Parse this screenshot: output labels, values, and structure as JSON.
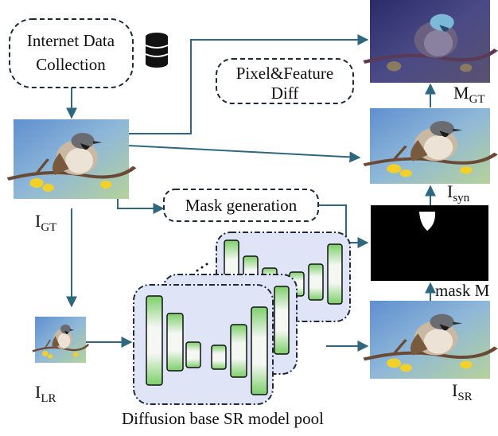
{
  "diagram": {
    "nodes": {
      "data_collection": {
        "line1": "Internet Data",
        "line2": "Collection"
      },
      "pixel_feature_diff": {
        "line1": "Pixel&Feature",
        "line2": "Diff"
      },
      "mask_generation": {
        "label": "Mask generation"
      },
      "model_pool": {
        "label": "Diffusion base SR model pool"
      }
    },
    "image_labels": {
      "gt": {
        "main": "I",
        "sub": "GT"
      },
      "lr": {
        "main": "I",
        "sub": "LR"
      },
      "sr": {
        "main": "I",
        "sub": "SR"
      },
      "syn": {
        "main": "I",
        "sub": "syn"
      },
      "mgt": {
        "main": "M",
        "sub": "GT"
      },
      "mask": {
        "main": "mask M"
      }
    },
    "icons": [
      "database-icon",
      "bird-photo"
    ],
    "colors": {
      "arrow": "#2f6780",
      "pool_fill": "#dfe4f6",
      "block_green": "#7ccf6a",
      "mask_bg": "#000000"
    }
  }
}
